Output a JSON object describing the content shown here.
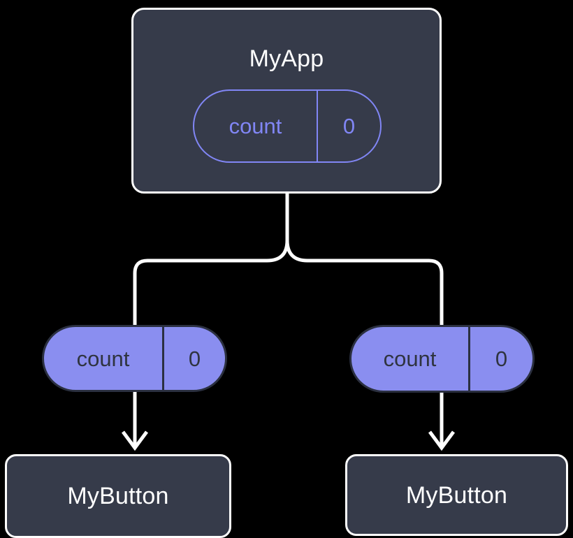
{
  "diagram": {
    "title": "",
    "type": "component-state-propagation-tree",
    "background_color": "#000000",
    "colors": {
      "node_fill": "#363b4a",
      "node_border": "#ffffff",
      "pill_outline": "#8186f5",
      "pill_fill": "#8a8ef0",
      "pill_text_dark": "#2f3440",
      "edge": "#ffffff"
    }
  },
  "nodes": {
    "root": {
      "label": "MyApp",
      "state": {
        "key": "count",
        "value": "0"
      }
    },
    "children": [
      {
        "label": "MyButton",
        "state": {
          "key": "count",
          "value": "0"
        }
      },
      {
        "label": "MyButton",
        "state": {
          "key": "count",
          "value": "0"
        }
      }
    ]
  },
  "edges": [
    {
      "from": "root",
      "to": "child-left",
      "style": "orthogonal-rounded"
    },
    {
      "from": "root",
      "to": "child-right",
      "style": "orthogonal-rounded"
    },
    {
      "from": "pill-left",
      "to": "MyButton-left",
      "style": "straight-arrow"
    },
    {
      "from": "pill-right",
      "to": "MyButton-right",
      "style": "straight-arrow"
    }
  ]
}
